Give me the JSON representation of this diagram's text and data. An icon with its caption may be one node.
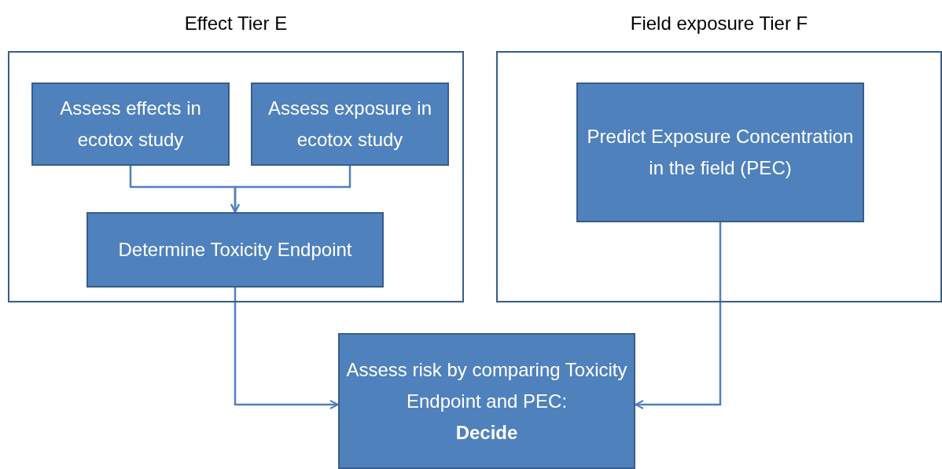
{
  "diagram": {
    "nodes": [
      {
        "text": [
          "Effect Tier E"
        ]
      },
      {
        "text": [
          "Assess effects in ecotox study"
        ],
        "in": 0
      },
      {
        "text": [
          "Assess exposure in ecotox study"
        ],
        "in": 0
      },
      {
        "text": [
          "Determine Toxicity Endpoint"
        ],
        "in": 0
      },
      {
        "text": [
          "Field exposure Tier F"
        ]
      },
      {
        "text": [
          "Predict Exposure Concentration in the field (PEC)"
        ],
        "in": 4
      },
      {
        "text": [
          "Assess risk by comparing Toxicity Endpoint and PEC: **Decide**"
        ]
      }
    ],
    "edges": [
      {
        "from": 1,
        "to": 3,
        "arrow": "to"
      },
      {
        "from": 2,
        "to": 3,
        "arrow": "to"
      },
      {
        "from": 3,
        "to": 6,
        "arrow": "to"
      },
      {
        "from": 5,
        "to": 6,
        "arrow": "to"
      }
    ]
  }
}
